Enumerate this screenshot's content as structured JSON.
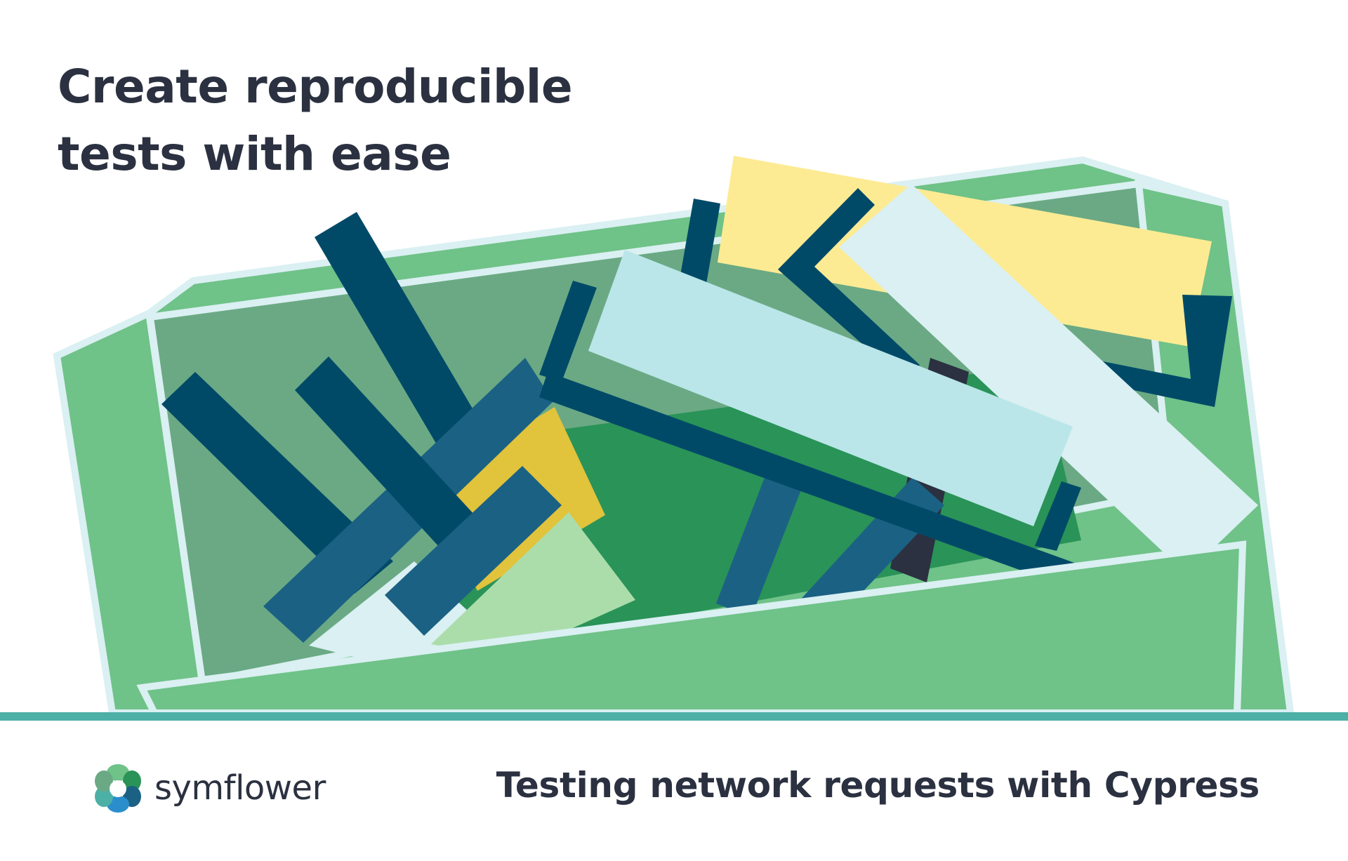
{
  "headline": {
    "line1": "Create reproducible",
    "line2": "tests with ease"
  },
  "brand": {
    "name": "symflower",
    "logo_icon": "symflower-flower-logo-icon"
  },
  "article": {
    "title": "Testing network requests with Cypress"
  },
  "illustration": {
    "icon": "box-of-tangled-sticks-illustration"
  },
  "colors": {
    "text": "#2b3140",
    "box_green": "#6fc288",
    "box_inner": "#6aa984",
    "dark_green": "#2a9358",
    "navy": "#004a68",
    "blue": "#1b6184",
    "yellow": "#e1c33c",
    "pale_yellow": "#fdeb93",
    "pale_blue": "#bae6e9",
    "very_pale_blue": "#daf0f2",
    "light_green": "#abddab",
    "outline": "#daf0f2",
    "footer_rule": "#4db0a6"
  }
}
